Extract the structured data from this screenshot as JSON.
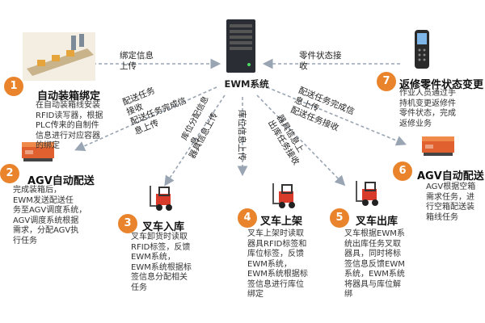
{
  "server": {
    "label": "EWM系统"
  },
  "flows": {
    "bind_upload": "绑定信息\n上传",
    "part_status_receive": "零件状态接\n收",
    "delivery_left": "配送任务\n接收\n配送任务完成信\n息上传",
    "delivery_right": "配送任务完成信\n息上传\n配送任务接收",
    "fixture_upload_left": "器具信息上传",
    "location_assign": "库位分配信息\n息",
    "location_upload": "库位信息上传",
    "fixture_upload_right": "器具信息上\n出库任务接收"
  },
  "steps": [
    {
      "num": "1",
      "title": "自动装箱绑定",
      "desc": "在自动装箱线安装\nRFID读写器，根据\nPLC传来的自制件\n信息进行对应容器\n的绑定"
    },
    {
      "num": "2",
      "title": "AGV自动配送",
      "desc": "完成装箱后，\nEWM发送配送任\n务至AGV调度系统，\nAGV调度系统根据\n需求，分配AGV执\n行任务"
    },
    {
      "num": "3",
      "title": "叉车入库",
      "desc": "叉车卸货时读取\nRFID标签，反馈\nEWM系统，\nEWM系统根据标\n签信息分配相关\n任务"
    },
    {
      "num": "4",
      "title": "叉车上架",
      "desc": "叉车上架时读取\n器具RFID标签和\n库位标签，反馈\nEWM系统，\nEWM系统根据标\n签信息进行库位\n绑定"
    },
    {
      "num": "5",
      "title": "叉车出库",
      "desc": "叉车根据EWM系\n统出库任务叉取\n器具，同时将标\n签信息反馈EWM\n系统，EWM系统\n将器具与库位解\n绑"
    },
    {
      "num": "6",
      "title": "AGV自动配送",
      "desc": "AGV根据空箱\n需求任务，进\n行空箱配送装\n箱线任务"
    },
    {
      "num": "7",
      "title": "返修零件状态变更",
      "desc": "作业人员通过手\n持机变更返修件\n零件状态，完成\n返修业务"
    }
  ],
  "colors": {
    "accent": "#e9842c",
    "arrow": "#9aa5b3",
    "forklift": "#d83b2a"
  },
  "icons": [
    "server-icon",
    "handheld-scanner-icon",
    "assembly-line-icon",
    "agv-cart-icon",
    "forklift-icon"
  ]
}
